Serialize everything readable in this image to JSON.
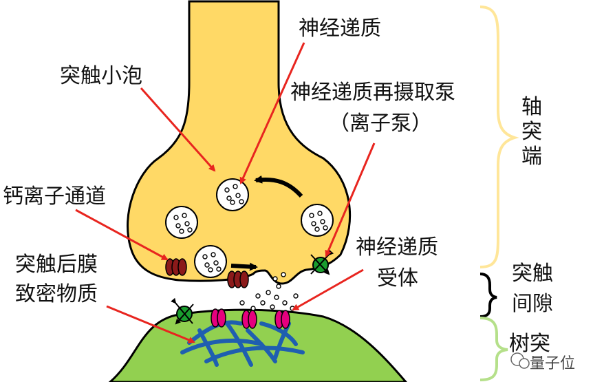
{
  "labels": {
    "neurotransmitter": "神经递质",
    "vesicle": "突触小泡",
    "reuptake_pump": "神经递质再摄取泵",
    "reuptake_pump_sub": "（离子泵）",
    "calcium_channel": "钙离子通道",
    "receptor_line1": "神经递质",
    "receptor_line2": "受体",
    "psd_line1": "突触后膜",
    "psd_line2": "致密物质"
  },
  "side_labels": {
    "axon_terminal": "轴突端",
    "cleft_line1": "突触",
    "cleft_line2": "间隙",
    "dendrite": "树突"
  },
  "watermark": "量子位",
  "colors": {
    "axon": "#FFD966",
    "dendrite": "#92D050",
    "arrow_red": "#E8251F",
    "channel": "#8B1A1A",
    "receptor": "#E6007E",
    "pump": "#1A9E2E",
    "psd": "#1F5FB0",
    "brace_axon": "#FFE699",
    "brace_dendrite": "#B5E08A"
  }
}
